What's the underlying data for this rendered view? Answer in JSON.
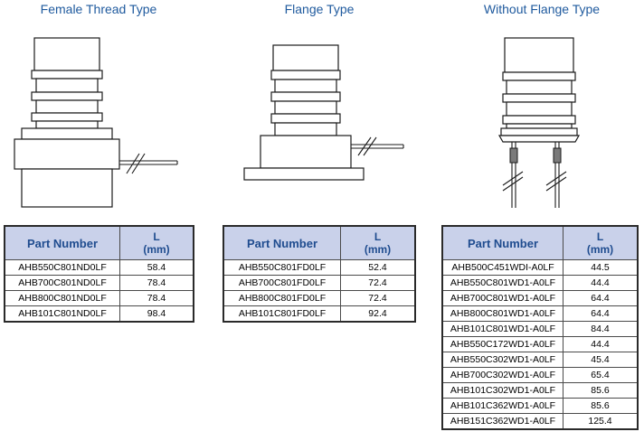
{
  "sections": [
    {
      "title": "Female Thread Type",
      "header": {
        "part_number": "Part Number",
        "l_label": "L",
        "l_unit": "(mm)"
      },
      "rows": [
        {
          "part": "AHB550C801ND0LF",
          "l": "58.4"
        },
        {
          "part": "AHB700C801ND0LF",
          "l": "78.4"
        },
        {
          "part": "AHB800C801ND0LF",
          "l": "78.4"
        },
        {
          "part": "AHB101C801ND0LF",
          "l": "98.4"
        }
      ]
    },
    {
      "title": "Flange Type",
      "header": {
        "part_number": "Part Number",
        "l_label": "L",
        "l_unit": "(mm)"
      },
      "rows": [
        {
          "part": "AHB550C801FD0LF",
          "l": "52.4"
        },
        {
          "part": "AHB700C801FD0LF",
          "l": "72.4"
        },
        {
          "part": "AHB800C801FD0LF",
          "l": "72.4"
        },
        {
          "part": "AHB101C801FD0LF",
          "l": "92.4"
        }
      ]
    },
    {
      "title": "Without Flange Type",
      "header": {
        "part_number": "Part Number",
        "l_label": "L",
        "l_unit": "(mm)"
      },
      "rows": [
        {
          "part": "AHB500C451WDI-A0LF",
          "l": "44.5"
        },
        {
          "part": "AHB550C801WD1-A0LF",
          "l": "44.4"
        },
        {
          "part": "AHB700C801WD1-A0LF",
          "l": "64.4"
        },
        {
          "part": "AHB800C801WD1-A0LF",
          "l": "64.4"
        },
        {
          "part": "AHB101C801WD1-A0LF",
          "l": "84.4"
        },
        {
          "part": "AHB550C172WD1-A0LF",
          "l": "44.4"
        },
        {
          "part": "AHB550C302WD1-A0LF",
          "l": "45.4"
        },
        {
          "part": "AHB700C302WD1-A0LF",
          "l": "65.4"
        },
        {
          "part": "AHB101C302WD1-A0LF",
          "l": "85.6"
        },
        {
          "part": "AHB101C362WD1-A0LF",
          "l": "85.6"
        },
        {
          "part": "AHB151C362WD1-A0LF",
          "l": "125.4"
        }
      ]
    }
  ],
  "colors": {
    "title": "#1f5a9e",
    "header_bg": "#c9d1ea",
    "header_text": "#1f4c8f",
    "line": "#1a1a1a"
  }
}
